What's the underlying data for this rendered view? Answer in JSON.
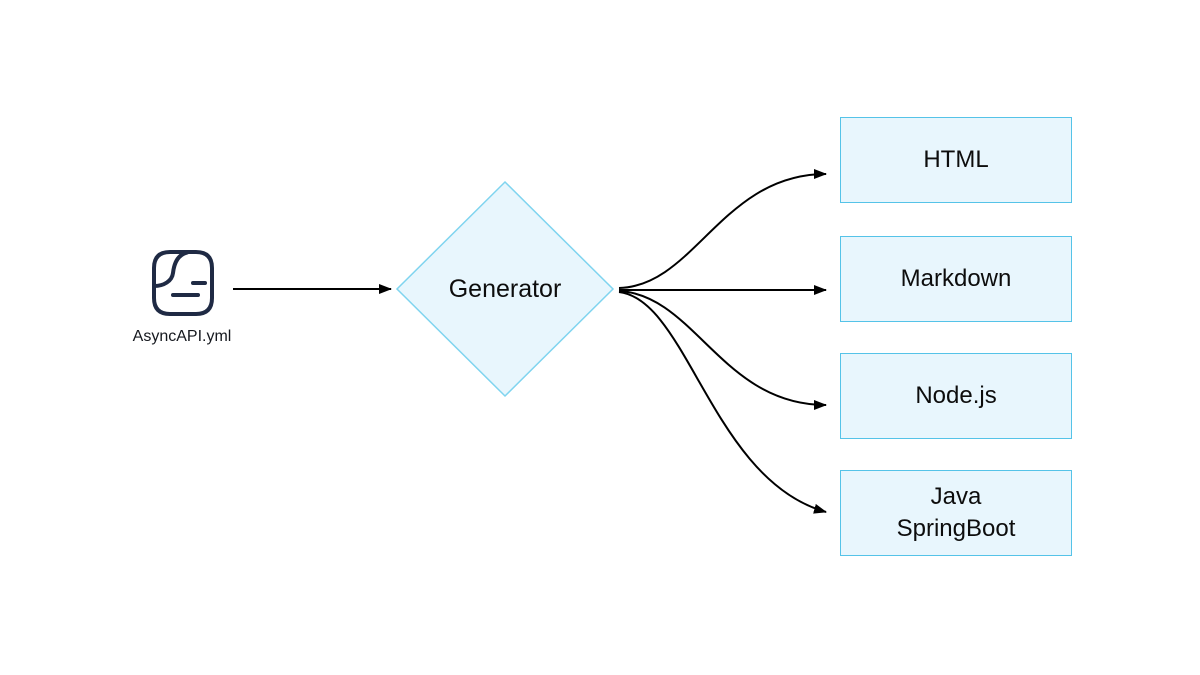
{
  "colors": {
    "node_fill": "#e8f6fd",
    "box_border": "#55c3e8",
    "diamond_border": "#7fd4ef",
    "arrow": "#000000",
    "icon_stroke": "#1f2a44",
    "text": "#0d0d0d",
    "label_text": "#15181e"
  },
  "source": {
    "icon": "document-icon",
    "label": "AsyncAPI.yml"
  },
  "generator": {
    "label": "Generator"
  },
  "outputs": [
    {
      "label": "HTML"
    },
    {
      "label": "Markdown"
    },
    {
      "label": "Node.js"
    },
    {
      "label": "Java\nSpringBoot"
    }
  ]
}
